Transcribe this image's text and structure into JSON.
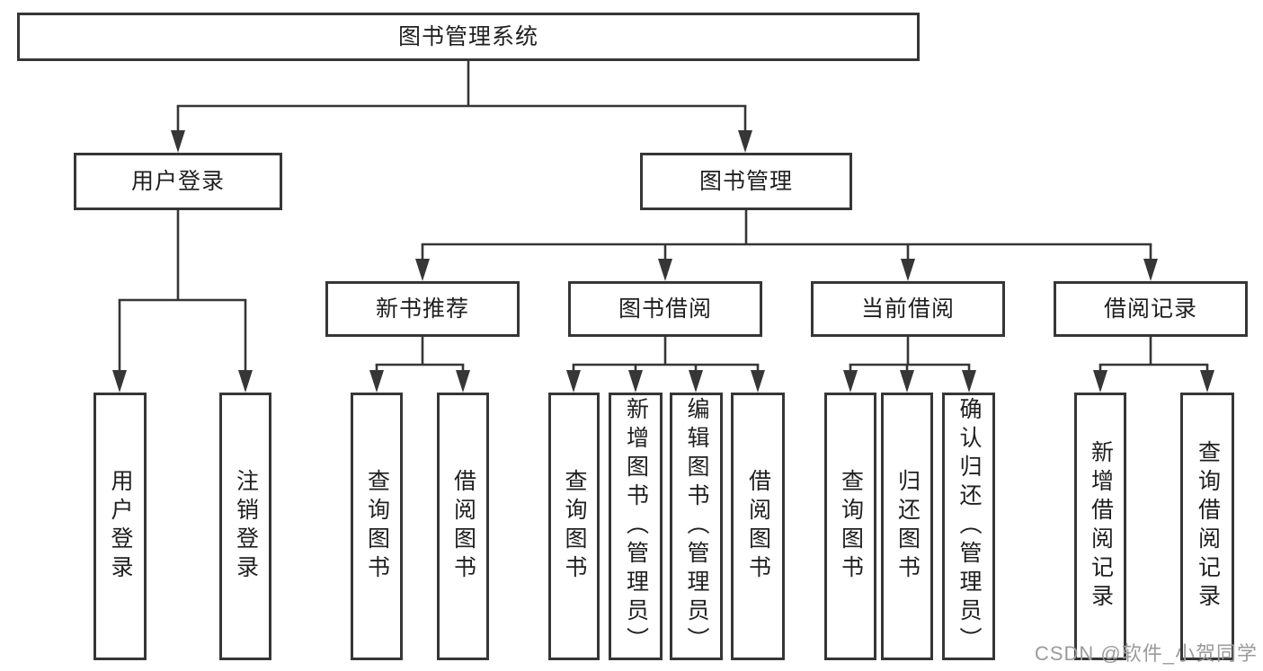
{
  "diagram": {
    "root": {
      "label": "图书管理系统"
    },
    "level2": [
      {
        "label": "用户登录"
      },
      {
        "label": "图书管理"
      }
    ],
    "level3": [
      {
        "label": "新书推荐"
      },
      {
        "label": "图书借阅"
      },
      {
        "label": "当前借阅"
      },
      {
        "label": "借阅记录"
      }
    ],
    "leaves": {
      "user_login": [
        "用户登录",
        "注销登录"
      ],
      "new_books": [
        "查询图书",
        "借阅图书"
      ],
      "book_borrow": [
        "查询图书",
        "新增图书（管理员）",
        "编辑图书（管理员）",
        "借阅图书"
      ],
      "current_borrow": [
        "查询图书",
        "归还图书",
        "确认归还（管理员）"
      ],
      "borrow_records": [
        "新增借阅记录",
        "查询借阅记录"
      ]
    }
  },
  "watermark": "CSDN @软件_小贺同学",
  "colors": {
    "line": "#363636",
    "text": "#1f1f1f",
    "watermark": "#9b9b9b",
    "background": "#ffffff"
  }
}
